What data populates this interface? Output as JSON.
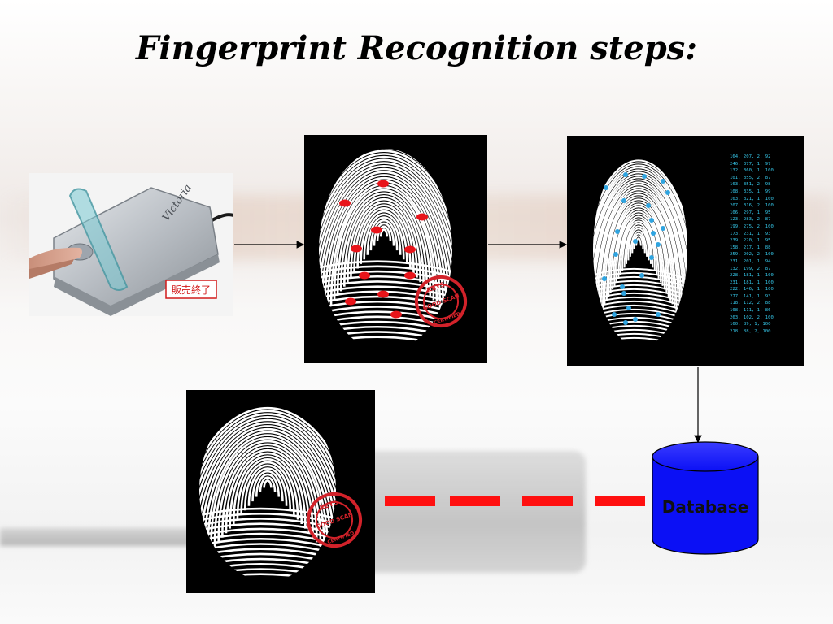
{
  "slide": {
    "title": "Fingerprint Recognition steps:"
  },
  "scanner_device": {
    "brand": "Victoria",
    "sticker": "販売終了"
  },
  "stamp": {
    "top_text": "KEYS",
    "middle_text": "GOOD SCAN",
    "bottom_text": "CERTIFIED"
  },
  "template_coordinates": [
    "164, 207, 2, 92",
    "246, 377, 1, 97",
    "132, 360, 1, 100",
    "101, 355, 2, 87",
    "163, 351, 2, 98",
    "108, 335, 1, 99",
    "163, 321, 1, 100",
    "207, 316, 2, 100",
    "106, 297, 1, 95",
    "123, 283, 2, 87",
    "199, 275, 2, 100",
    "173, 231, 1, 93",
    "239, 220, 1, 95",
    "158, 217, 1, 88",
    "259, 202, 2, 100",
    "231, 201, 1, 94",
    "132, 199, 2, 87",
    "228, 181, 1, 100",
    "231, 181, 1, 100",
    "222, 146, 1, 100",
    "277, 141, 1, 93",
    "118, 112, 2, 88",
    "108, 111, 1, 86",
    "263, 102, 2, 100",
    "160, 89, 1, 100",
    "218, 88, 2, 100"
  ],
  "database": {
    "label": "Database"
  },
  "colors": {
    "minutiae_marker": "#e8141a",
    "template_marker": "#2fa4e0",
    "coordinates_text": "#35c6e8",
    "database_fill": "#0b10f5",
    "dashed_link": "#ff1010"
  }
}
